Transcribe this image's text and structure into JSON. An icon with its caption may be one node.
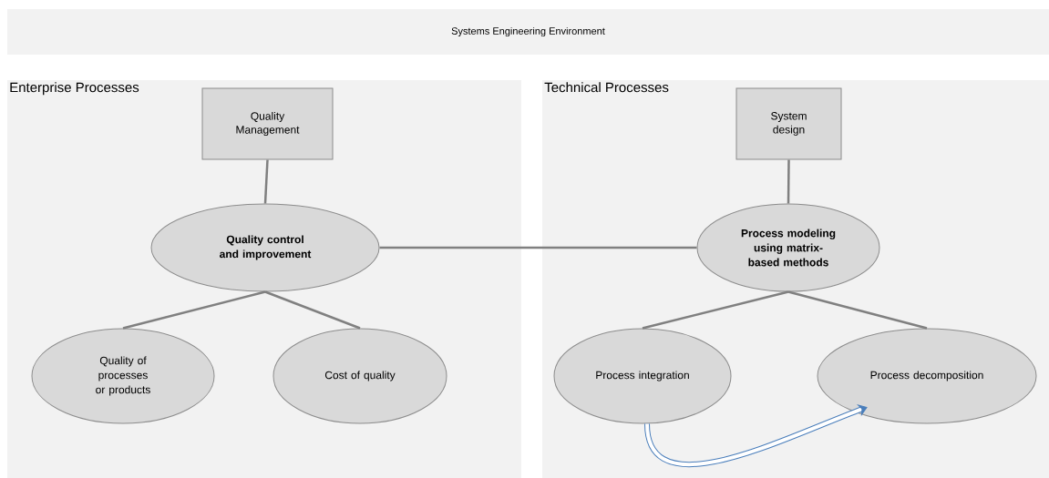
{
  "diagram": {
    "nodes": [
      {
        "text": [
          "Systems Engineering Environment"
        ]
      },
      {
        "text": [
          "Enterprise Processes"
        ]
      },
      {
        "text": [
          "Quality Management"
        ],
        "in": 1
      },
      {
        "text": [
          "Quality control and improvement"
        ],
        "in": 1
      },
      {
        "text": [
          "Quality of processes or products"
        ],
        "in": 1
      },
      {
        "text": [
          "Cost of quality"
        ],
        "in": 1
      },
      {
        "text": [
          "Technical Processes"
        ]
      },
      {
        "text": [
          "System design"
        ],
        "in": 6
      },
      {
        "text": [
          "Process modeling using matrix-based methods"
        ],
        "in": 6
      },
      {
        "text": [
          "Process integration"
        ],
        "in": 6
      },
      {
        "text": [
          "Process decomposition"
        ],
        "in": 6
      }
    ],
    "edges": [
      {
        "from": 2,
        "to": 3,
        "arrow": "none"
      },
      {
        "from": 3,
        "to": 8,
        "arrow": "none"
      },
      {
        "from": 3,
        "to": 4,
        "arrow": "none"
      },
      {
        "from": 3,
        "to": 5,
        "arrow": "none"
      },
      {
        "from": 7,
        "to": 8,
        "arrow": "none"
      },
      {
        "from": 8,
        "to": 9,
        "arrow": "none"
      },
      {
        "from": 8,
        "to": 10,
        "arrow": "none"
      },
      {
        "from": 9,
        "to": 10,
        "arrow": "to",
        "style": "thick",
        "color": "#4a7ebb"
      }
    ]
  }
}
